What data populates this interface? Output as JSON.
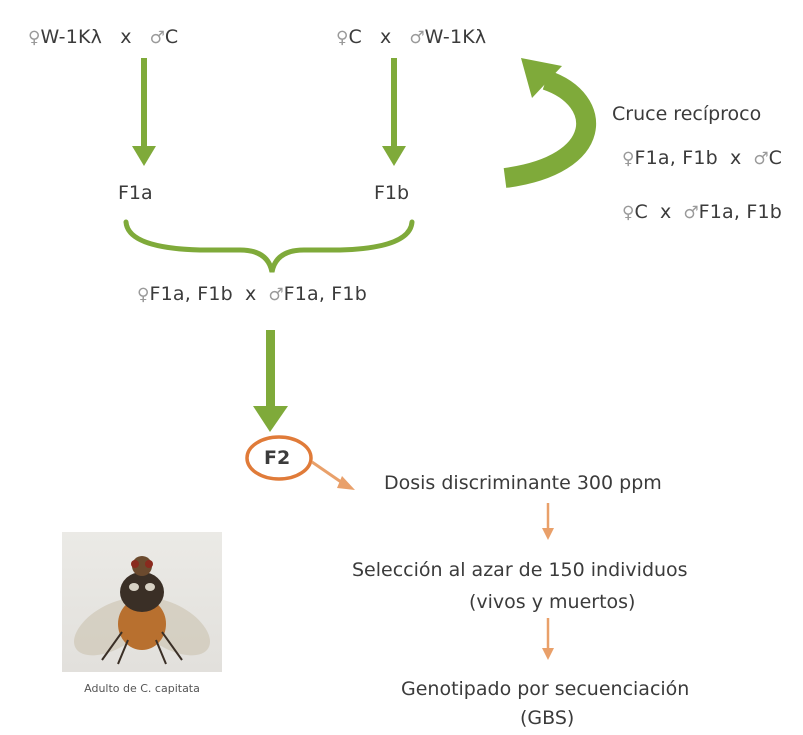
{
  "cross_left": {
    "female_symbol": "♀",
    "female": "W-1Kλ",
    "x": "x",
    "male_symbol": "♂",
    "male": "C"
  },
  "cross_right": {
    "female_symbol": "♀",
    "female": "C",
    "x": "x",
    "male_symbol": "♂",
    "male": "W-1Kλ"
  },
  "f1a": "F1a",
  "f1b": "F1b",
  "reciprocal": {
    "title": "Cruce recíproco",
    "line1": {
      "female_symbol": "♀",
      "female": "F1a, F1b",
      "x": "x",
      "male_symbol": "♂",
      "male": "C"
    },
    "line2": {
      "female_symbol": "♀",
      "female": "C",
      "x": "x",
      "male_symbol": "♂",
      "male": "F1a, F1b"
    }
  },
  "f1_cross": {
    "female_symbol": "♀",
    "female": "F1a, F1b",
    "x": "x",
    "male_symbol": "♂",
    "male": "F1a, F1b"
  },
  "f2": "F2",
  "steps": {
    "dose": "Dosis discriminante 300 ppm",
    "selection_line1": "Selección al azar de 150 individuos",
    "selection_line2": "(vivos y muertos)",
    "genotyping_line1": "Genotipado por secuenciación",
    "genotyping_line2": "(GBS)"
  },
  "photo_caption": "Adulto de C. capitata",
  "colors": {
    "green": "#7faa3a",
    "orange": "#e9a06a",
    "f2_circle": "#e07b39",
    "text": "#3b3b3b"
  }
}
